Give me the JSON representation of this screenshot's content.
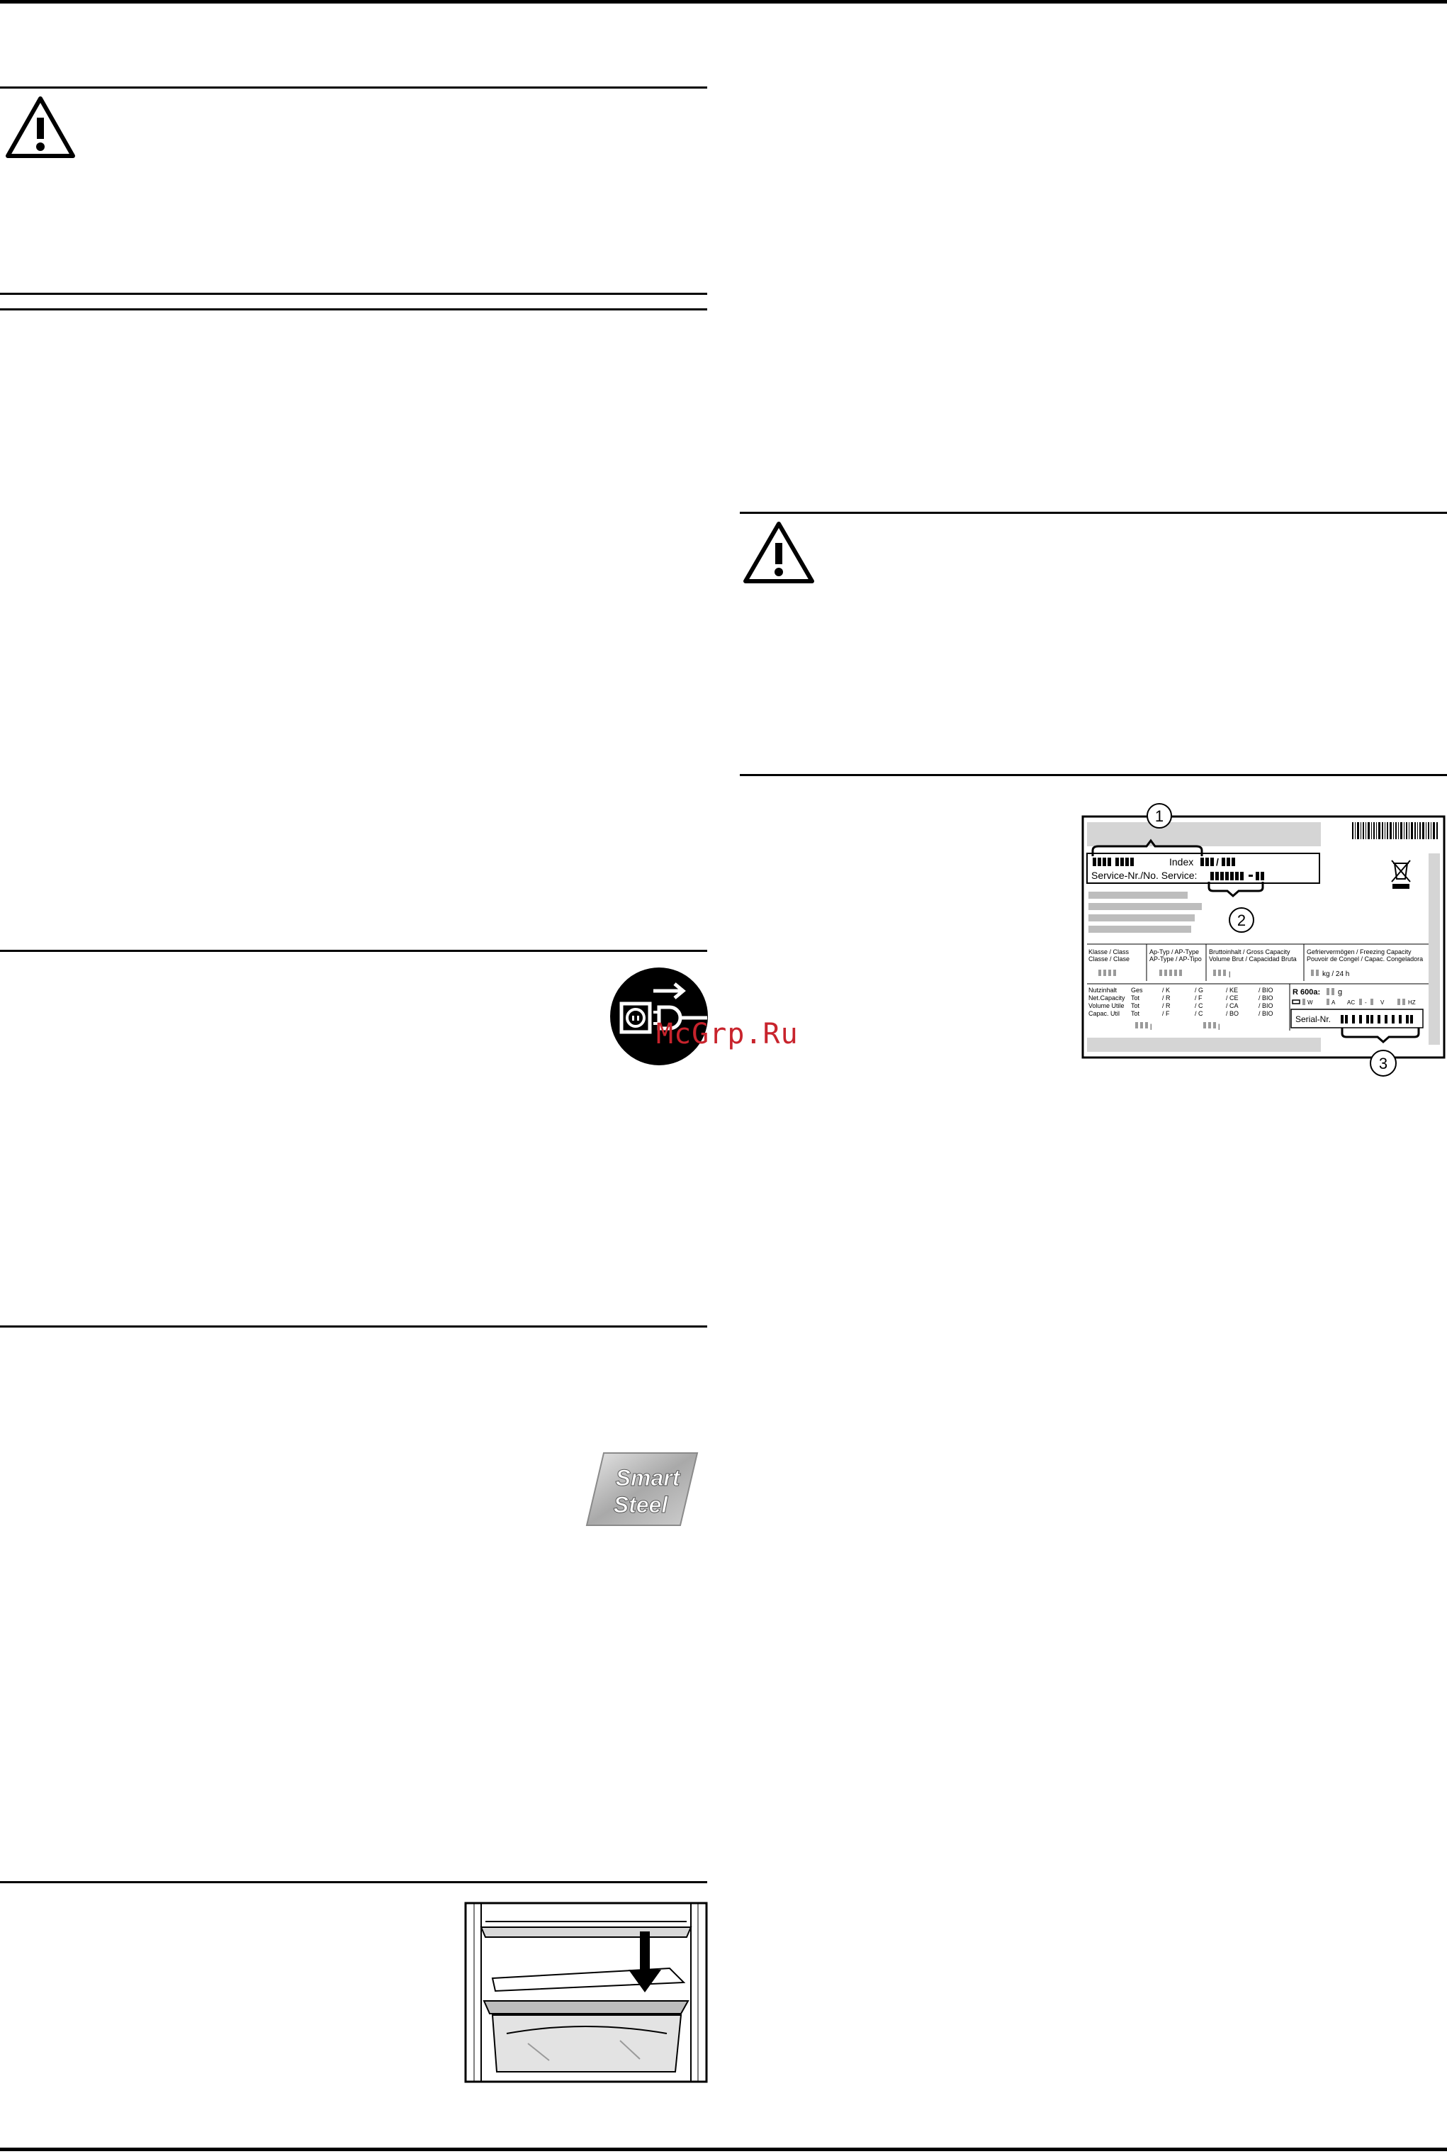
{
  "watermark": "McGrp.Ru",
  "smart_steel_badge": {
    "line1": "Smart",
    "line2": "Steel"
  },
  "rating_plate": {
    "index_label": "Index",
    "service_label": "Service-Nr./No. Service:",
    "classe_label_1": "Klasse / Class",
    "classe_label_2": "Classe / Clase",
    "type_label_1": "Ap-Typ / AP-Type",
    "type_label_2": "AP-Type / AP-Tipo",
    "gross_label_1": "Bruttoinhalt / Gross Capacity",
    "gross_label_2": "Volume Brut / Capacidad Bruta",
    "freezing_label_1": "Gefriervermögen / Freezing Capacity",
    "freezing_label_2": "Pouvoir de Congel / Capac. Congeladora",
    "kg_label": "kg / 24 h",
    "net_rows": [
      [
        "Nutzinhalt",
        "Ges",
        "/ K",
        "/ G",
        "/ KE",
        "/ BIO"
      ],
      [
        "Net.Capacity",
        "Tot",
        "/ R",
        "/ F",
        "/ CE",
        "/ BIO"
      ],
      [
        "Volume Utile",
        "Tot",
        "/ R",
        "/ C",
        "/ CA",
        "/ BIO"
      ],
      [
        "Capac. Util",
        "Tot",
        "/ F",
        "/ C",
        "/ BO",
        "/ BIO"
      ]
    ],
    "refrigerant_label": "R 600a:",
    "refrigerant_unit": "g",
    "elec_w": "W",
    "elec_a": "A",
    "elec_ac": "AC",
    "elec_dash": "-",
    "elec_v": "V",
    "elec_hz": "HZ",
    "serial_label": "Serial-Nr.",
    "callouts": [
      "1",
      "2",
      "3"
    ]
  },
  "icons": {
    "warning_1": "warning-triangle-icon",
    "warning_2": "warning-triangle-icon",
    "unplug": "unplug-icon",
    "disposal": "crossed-bin-icon"
  }
}
